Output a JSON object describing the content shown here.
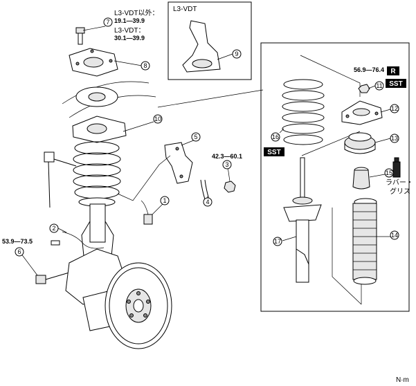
{
  "torques": {
    "t7_line1": "L3-VDT以外：",
    "t7_val1": "19.1—39.9",
    "t7_line2": "L3-VDT：",
    "t7_val2": "30.1—39.9",
    "t3": "42.3—60.1",
    "t6": "53.9—73.5",
    "t11": "56.9—76.4"
  },
  "inset": {
    "title": "L3-VDT"
  },
  "callouts": [
    "1",
    "2",
    "3",
    "4",
    "5",
    "6",
    "7",
    "8",
    "9",
    "10",
    "11",
    "12",
    "13",
    "14",
    "15",
    "16",
    "17"
  ],
  "badges": {
    "r": "R",
    "sst_top": "SST",
    "sst_spring": "SST"
  },
  "grease_label": {
    "line1": "ラバー・",
    "line2": "グリス"
  },
  "unit": "N·m"
}
